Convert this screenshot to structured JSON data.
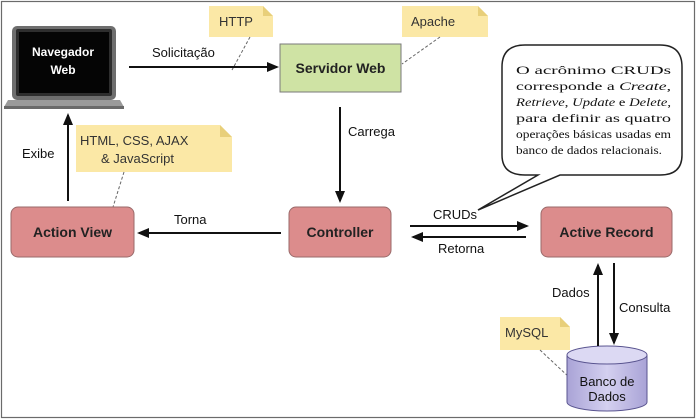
{
  "colors": {
    "box_red": "#dc8c8c",
    "box_green": "#cfe3a4",
    "note_yellow": "#fbe8a6",
    "db_purple": "#c2bde6"
  },
  "nodes": {
    "browser": "Navegador\nWeb",
    "server": "Servidor Web",
    "controller": "Controller",
    "action_view": "Action View",
    "active_record": "Active Record",
    "database": "Banco de\nDados"
  },
  "notes": {
    "http": "HTTP",
    "apache": "Apache",
    "view_tech": "HTML, CSS, AJAX\n& JavaScript",
    "mysql": "MySQL"
  },
  "edges": {
    "solicitacao": "Solicitação",
    "carrega": "Carrega",
    "torna": "Torna",
    "exibe": "Exibe",
    "cruds": "CRUDs",
    "retorna": "Retorna",
    "dados": "Dados",
    "consulta": "Consulta"
  },
  "callout": "O acrônimo CRUDs corresponde a Create, Retrieve, Update e Delete, para definir as quatro operações básicas usadas em banco de dados relacionais."
}
